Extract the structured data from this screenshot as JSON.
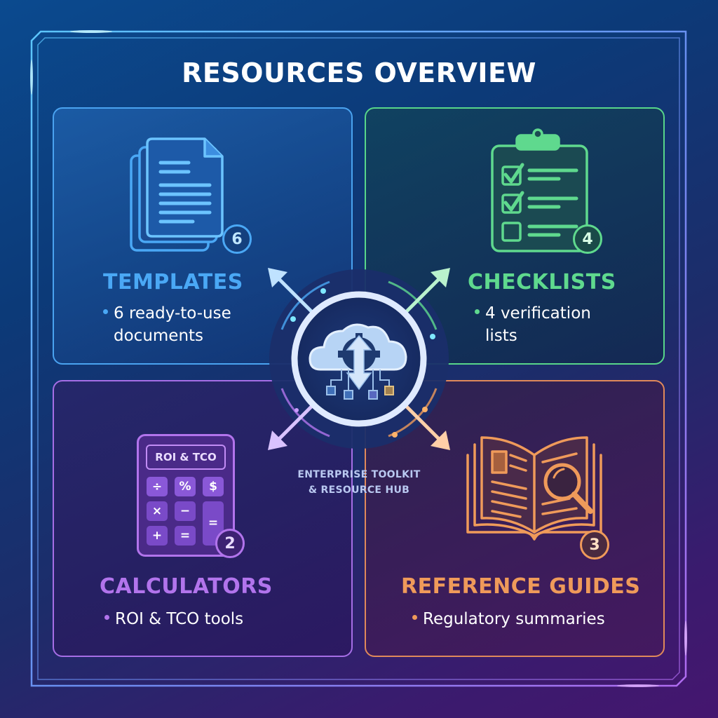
{
  "title": "RESOURCES OVERVIEW",
  "colors": {
    "templates": "#4aa8f5",
    "checklists": "#5fd98e",
    "calculators": "#b274ec",
    "reference_guides": "#ef9a5a"
  },
  "hub": {
    "icon": "cloud-gear-sync-icon",
    "label_line1": "ENTERPRISE TOOLKIT",
    "label_line2": "& RESOURCE HUB"
  },
  "cards": [
    {
      "id": "templates",
      "title": "TEMPLATES",
      "icon": "document-stack-icon",
      "count": "6",
      "bullet_line1": "6 ready-to-use",
      "bullet_line2": "documents"
    },
    {
      "id": "checklists",
      "title": "CHECKLISTS",
      "icon": "clipboard-checklist-icon",
      "count": "4",
      "bullet_line1": "4 verification",
      "bullet_line2": "lists"
    },
    {
      "id": "calculators",
      "title": "CALCULATORS",
      "icon": "calculator-icon",
      "count": "2",
      "screen_text": "ROI & TCO",
      "keys": [
        "÷",
        "%",
        "$",
        "×",
        "−",
        "=",
        "+",
        "="
      ],
      "bullet_line1": "ROI & TCO tools"
    },
    {
      "id": "reference_guides",
      "title": "REFERENCE GUIDES",
      "icon": "book-magnifier-icon",
      "count": "3",
      "bullet_line1": "Regulatory summaries"
    }
  ]
}
